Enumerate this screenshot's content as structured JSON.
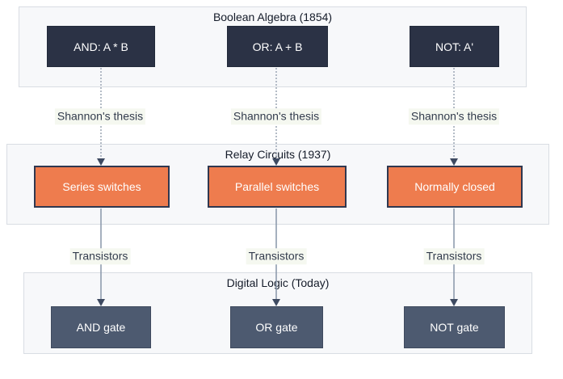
{
  "diagram": {
    "type": "flowchart",
    "bands": [
      {
        "id": "boolean-algebra",
        "title": "Boolean Algebra (1854)",
        "nodes": [
          {
            "id": "and",
            "label": "AND: A * B"
          },
          {
            "id": "or",
            "label": "OR: A + B"
          },
          {
            "id": "not",
            "label": "NOT: A'"
          }
        ]
      },
      {
        "id": "relay-circuits",
        "title": "Relay Circuits (1937)",
        "nodes": [
          {
            "id": "series",
            "label": "Series switches"
          },
          {
            "id": "parallel",
            "label": "Parallel switches"
          },
          {
            "id": "normally-closed",
            "label": "Normally closed"
          }
        ]
      },
      {
        "id": "digital-logic",
        "title": "Digital Logic (Today)",
        "nodes": [
          {
            "id": "and-gate",
            "label": "AND gate"
          },
          {
            "id": "or-gate",
            "label": "OR gate"
          },
          {
            "id": "not-gate",
            "label": "NOT gate"
          }
        ]
      }
    ],
    "edges": [
      {
        "from": "AND: A * B",
        "to": "Series switches",
        "label": "Shannon's thesis",
        "style": "dotted"
      },
      {
        "from": "OR: A + B",
        "to": "Parallel switches",
        "label": "Shannon's thesis",
        "style": "dotted"
      },
      {
        "from": "NOT: A'",
        "to": "Normally closed",
        "label": "Shannon's thesis",
        "style": "dotted"
      },
      {
        "from": "Series switches",
        "to": "AND gate",
        "label": "Transistors",
        "style": "solid"
      },
      {
        "from": "Parallel switches",
        "to": "OR gate",
        "label": "Transistors",
        "style": "solid"
      },
      {
        "from": "Normally closed",
        "to": "NOT gate",
        "label": "Transistors",
        "style": "solid"
      }
    ],
    "colors": {
      "boolean_node_fill": "#2b3245",
      "relay_node_fill": "#ee7c4e",
      "logic_node_fill": "#4d5a70",
      "node_text": "#ffffff",
      "band_background": "#f7f8fa",
      "band_border": "#d9dde3",
      "edge_dotted_line": "#9ba5b4",
      "edge_solid_line": "#8795a9",
      "arrowhead": "#3e4a61",
      "edge_label_background": "#f5f8f0",
      "edge_label_text": "#333c4d",
      "band_title_text": "#141b29"
    }
  }
}
